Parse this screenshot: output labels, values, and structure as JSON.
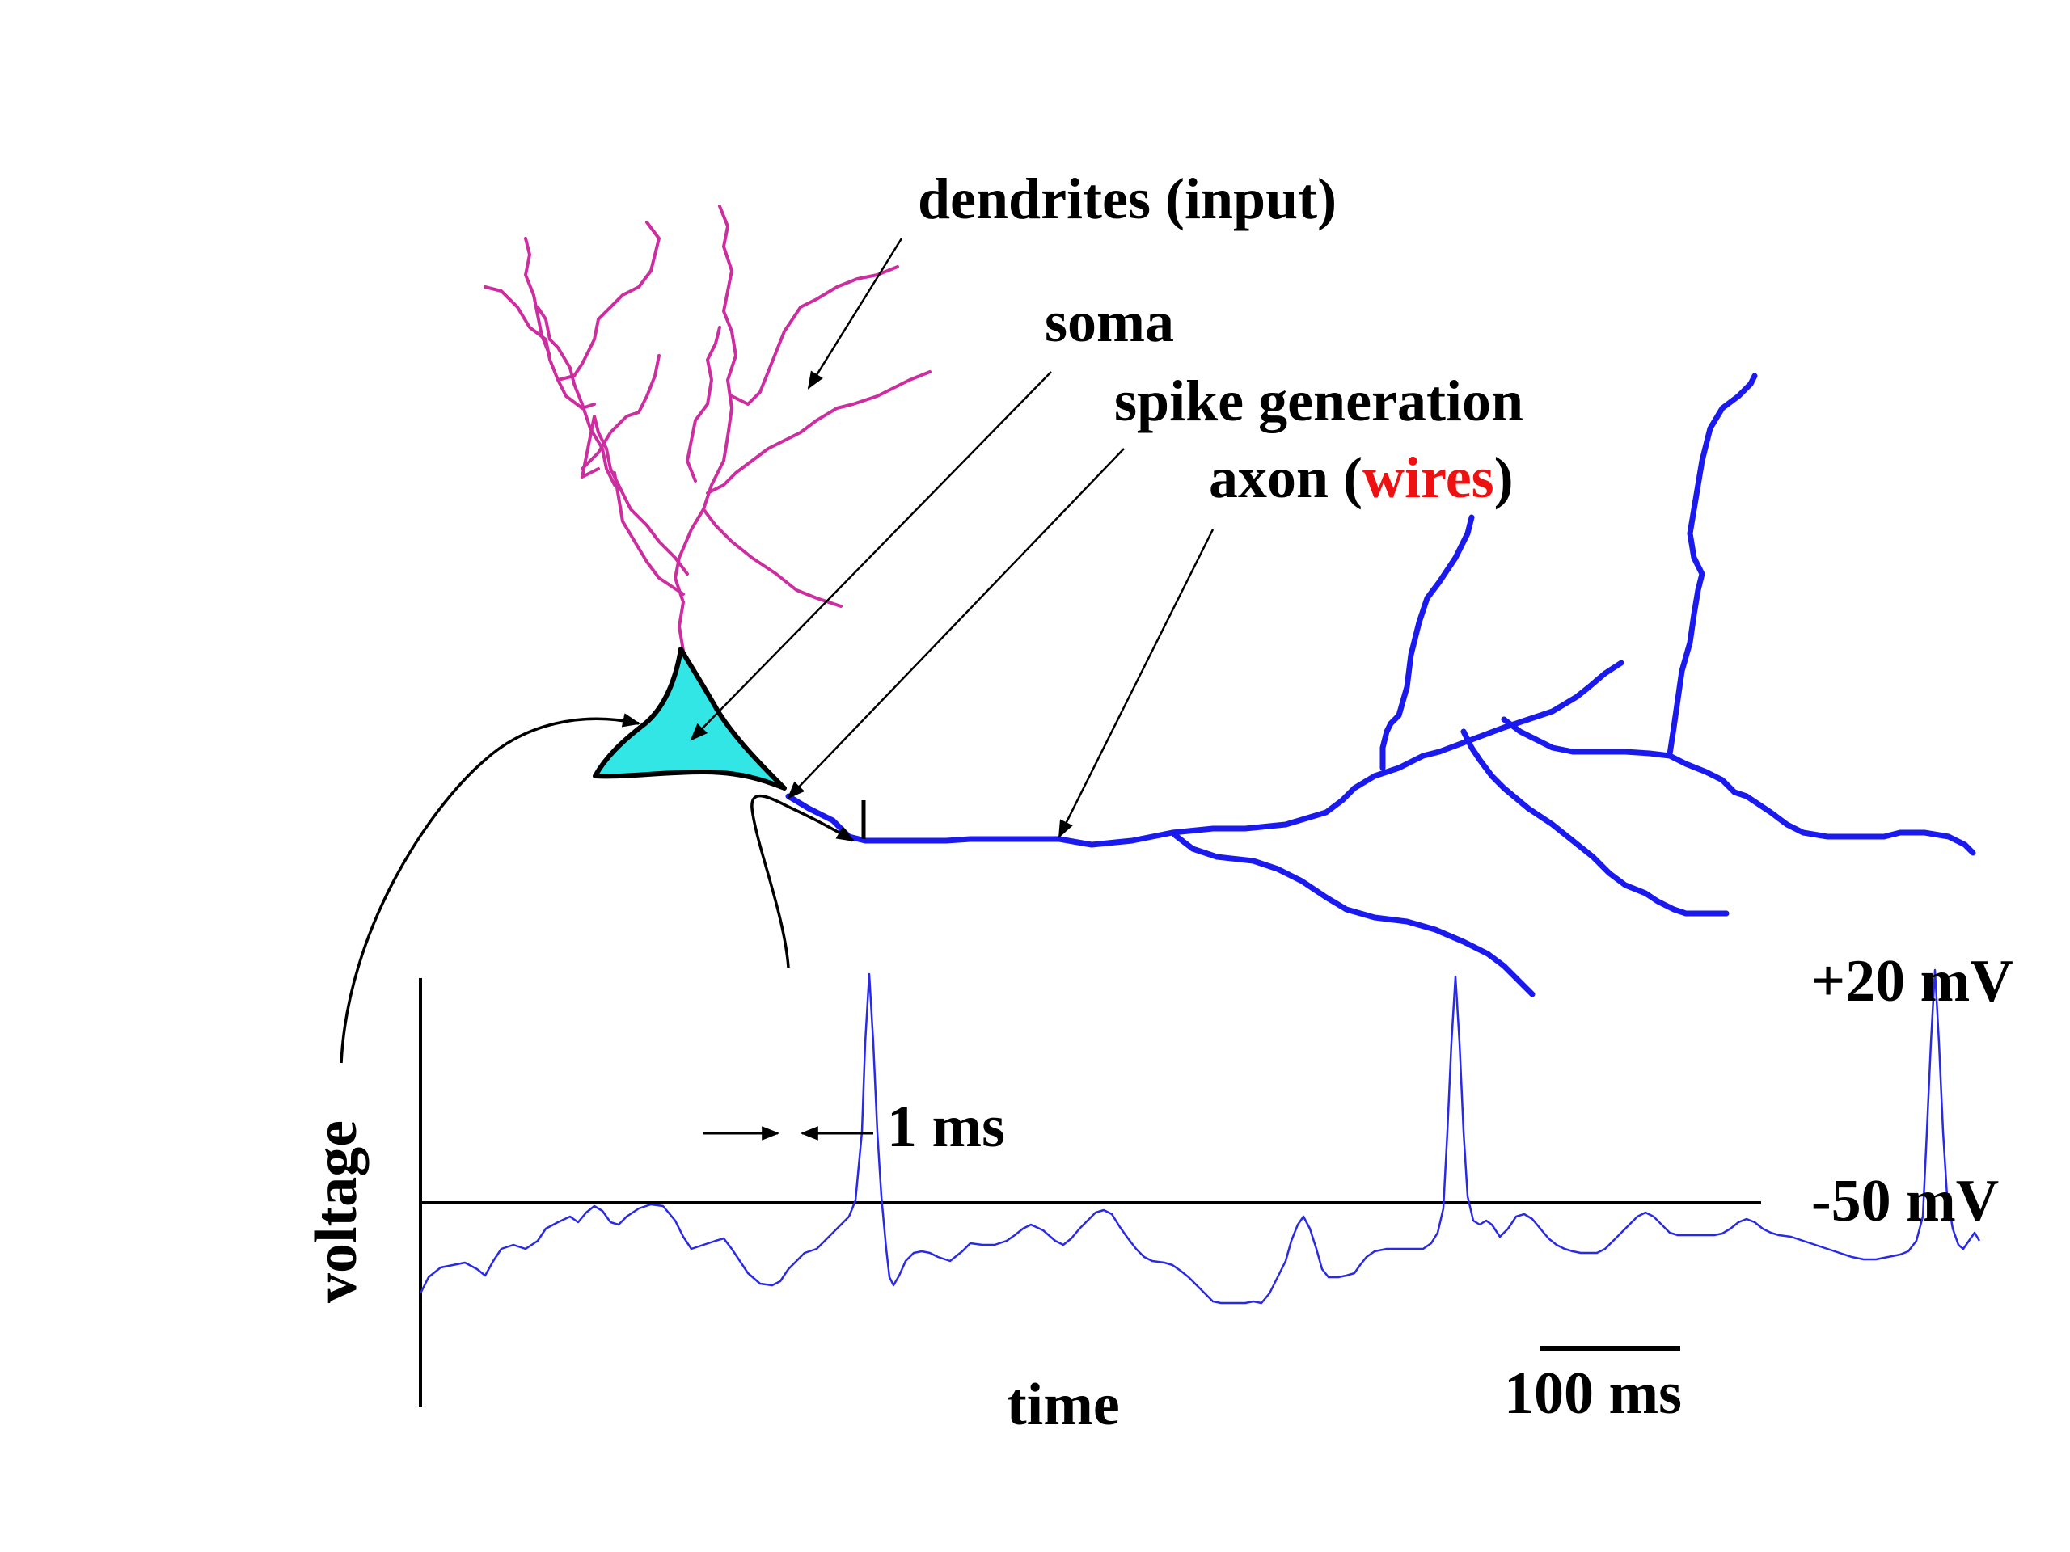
{
  "labels": {
    "dendrites": "dendrites (input)",
    "soma": "soma",
    "spike_generation": "spike generation",
    "axon_prefix": "axon (",
    "axon_wires": "wires",
    "axon_suffix": ")",
    "plus20": "+20 mV",
    "minus50": "-50 mV",
    "one_ms": "1 ms",
    "voltage": "voltage",
    "time": "time",
    "scale_100ms": "100 ms"
  },
  "colors": {
    "dendrites": "#cc2ea0",
    "soma_fill": "#33e6e6",
    "axon": "#1a1aee",
    "trace": "#2a2ae6",
    "wires_text": "#ee1111"
  }
}
